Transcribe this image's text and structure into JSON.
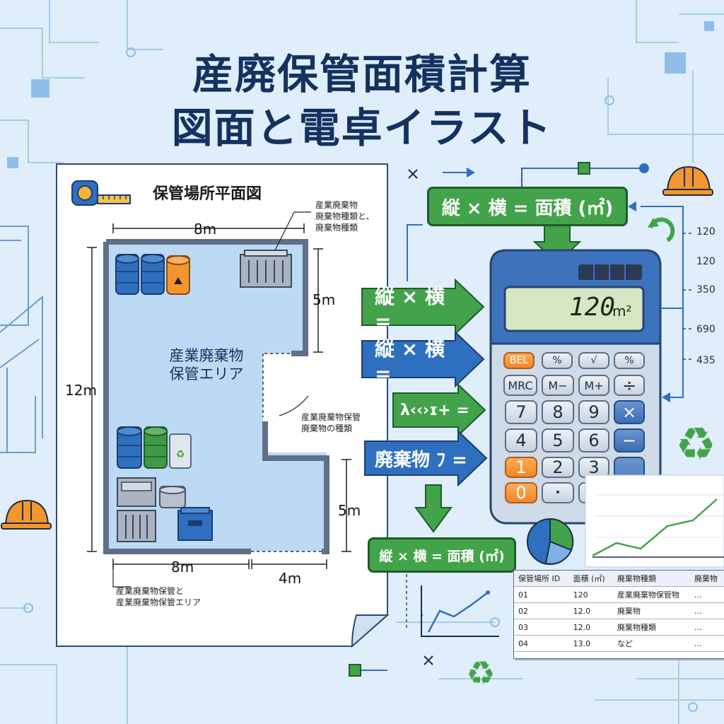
{
  "title": {
    "line1": "産廃保管面積計算",
    "line2": "図面と電卓イラスト"
  },
  "floorplan": {
    "heading": "保管場所平面図",
    "area_label": [
      "産業廃棄物",
      "保管エリア"
    ],
    "dims": {
      "top": "8m",
      "right_upper": "5m",
      "left": "12m",
      "right_lower": "5m",
      "bottom_left": "8m",
      "bottom_right": "4m"
    },
    "annotations": {
      "top_right": [
        "産業廃棄物",
        "廃棄物種類と、",
        "廃棄物種類"
      ],
      "middle_right": [
        "産業廃棄物保管",
        "廃棄物の種類"
      ],
      "bottom_left": [
        "産業廃棄物保管と",
        "産業廃棄物保管エリア"
      ]
    }
  },
  "formulas": {
    "top": "縦 × 横 = 面積 (㎡)",
    "bottom": "縦 × 横 = 面積 (㎡)"
  },
  "arrows": [
    "縦 × 横 =",
    "縦 × 横 =",
    "λ‹‹›ɪ+ =",
    "廃棄物 ﾌ ="
  ],
  "calculator": {
    "display_value": "120",
    "display_unit": "m²",
    "keys": [
      [
        "BEL",
        "%",
        "√",
        "%"
      ],
      [
        "MRC",
        "M−",
        "M+",
        "÷"
      ],
      [
        "7",
        "8",
        "9",
        "×"
      ],
      [
        "4",
        "5",
        "6",
        "−"
      ],
      [
        "1",
        "2",
        "3",
        "+"
      ],
      [
        "0",
        "•",
        "="
      ]
    ]
  },
  "side_numbers": [
    "120",
    "120",
    "350",
    "690",
    "435"
  ],
  "table": {
    "headers": [
      "保管場所 ID",
      "面積 (㎡)",
      "廃棄物種類",
      "廃棄物"
    ],
    "rows": [
      [
        "01",
        "120",
        "産業廃棄物保管物",
        "…"
      ],
      [
        "02",
        "12.0",
        "廃棄物",
        "…"
      ],
      [
        "03",
        "12.0",
        "廃棄物種類",
        "…"
      ],
      [
        "04",
        "13.0",
        "など",
        "…"
      ]
    ]
  },
  "colors": {
    "bg": "#dfeefa",
    "navy": "#14325f",
    "green": "#43a34b",
    "blue": "#2f6fbf",
    "orange": "#f3862a",
    "floor": "#bcdaf4"
  }
}
